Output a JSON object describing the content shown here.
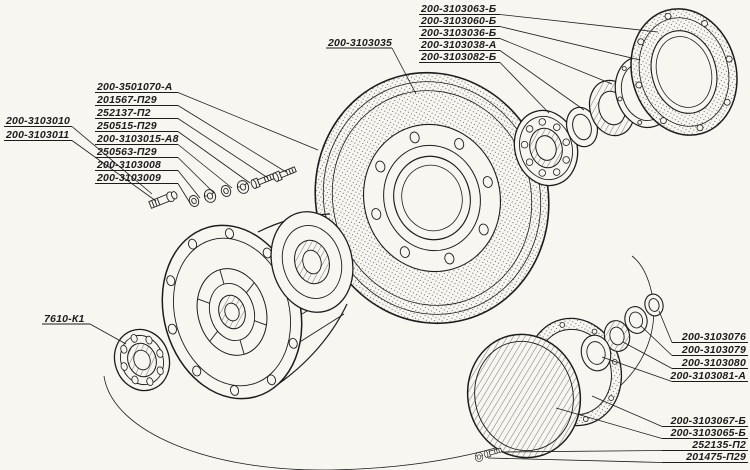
{
  "colors": {
    "ink": "#1c1c1c",
    "paper": "#f7f6f1"
  },
  "labels": {
    "assembly": "200-3103035",
    "bearing_inner": "7610-К1",
    "top_right": [
      "200-3103063-Б",
      "200-3103060-Б",
      "200-3103036-Б",
      "200-3103038-А",
      "200-3103082-Б"
    ],
    "left": [
      "200-3501070-А",
      "201567-П29",
      "252137-П2",
      "250515-П29",
      "200-3103015-А8",
      "250563-П29",
      "200-3103008",
      "200-3103009"
    ],
    "far_left": [
      "200-3103010",
      "200-3103011"
    ],
    "right": [
      "200-3103076",
      "200-3103079",
      "200-3103080",
      "200-3103081-А"
    ],
    "bottom_right": [
      "200-3103067-Б",
      "200-3103065-Б",
      "252135-П2",
      "201475-П29"
    ]
  }
}
